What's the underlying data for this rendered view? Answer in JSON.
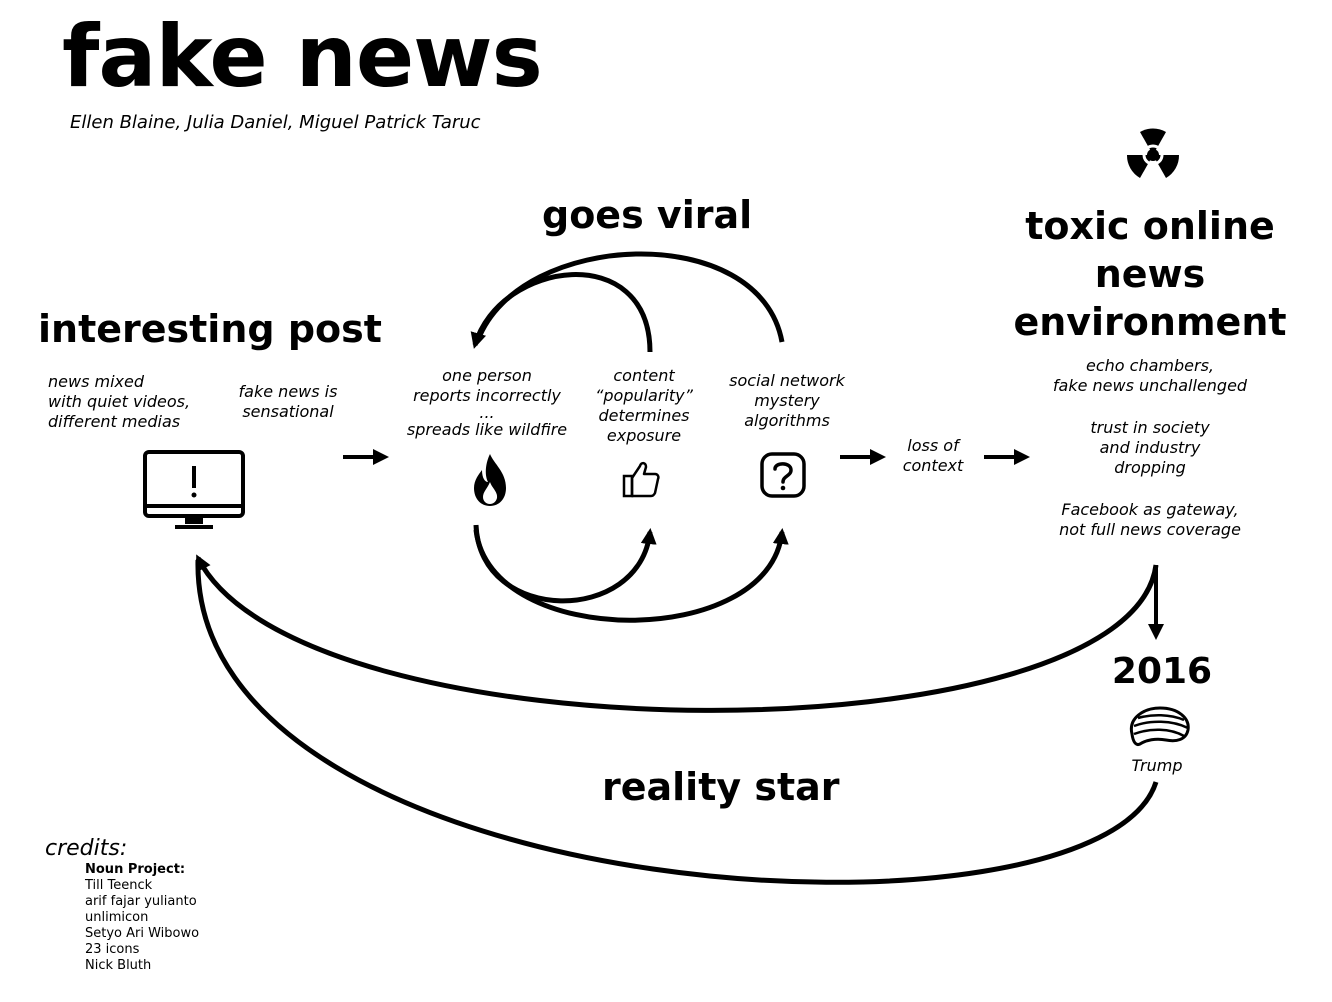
{
  "title": "fake news",
  "authors": "Ellen Blaine, Julia Daniel, Miguel Patrick Taruc",
  "nodes": {
    "interesting_post": {
      "heading": "interesting post",
      "note_left": [
        "news mixed",
        "with quiet videos,",
        "different medias"
      ],
      "note_right": [
        "fake news is",
        "sensational"
      ],
      "icon": "monitor-alert-icon"
    },
    "goes_viral": {
      "heading": "goes viral",
      "one_person": [
        "one person",
        "reports incorrectly",
        "...",
        "spreads like wildfire"
      ],
      "content": [
        "content",
        "“popularity”",
        "determines",
        "exposure"
      ],
      "social": [
        "social network",
        "mystery",
        "algorithms"
      ]
    },
    "loss_of_context": [
      "loss of",
      "context"
    ],
    "toxic": {
      "heading": [
        "toxic online",
        "news",
        "environment"
      ],
      "notes": [
        [
          "echo chambers,",
          "fake news unchallenged"
        ],
        [
          "trust in society",
          "and industry",
          "dropping"
        ],
        [
          "Facebook as gateway,",
          "not full news coverage"
        ]
      ],
      "icon": "radiation-icon"
    },
    "year": {
      "heading": "2016",
      "label": "Trump",
      "icon": "trump-hair-icon"
    },
    "reality_star": "reality star"
  },
  "credits": {
    "title": "credits:",
    "source": "Noun Project:",
    "names": [
      "Till Teenck",
      "arif fajar yulianto",
      "unlimicon",
      "Setyo Ari Wibowo",
      "23 icons",
      "Nick Bluth"
    ]
  }
}
